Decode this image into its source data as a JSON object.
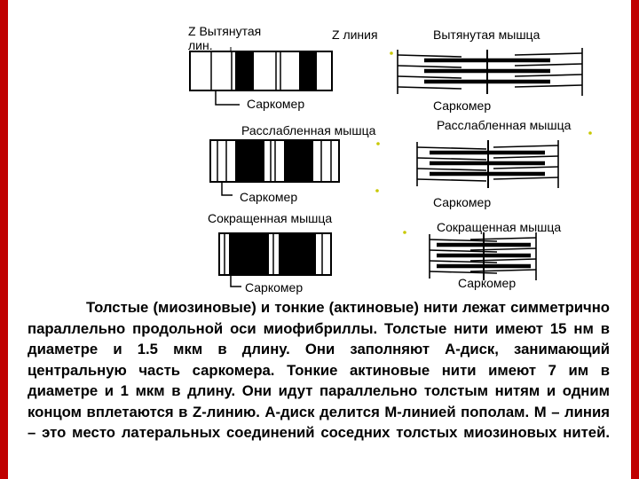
{
  "labels": {
    "z_stretched": "Z  Вытянутая\nлин.",
    "z_line": "Z линия",
    "stretched_muscle": "Вытянутая мышца",
    "sarcomere_1": "Саркомер",
    "sarcomere_2": "Саркомер",
    "relaxed_muscle_left": "Расслабленная мышца",
    "relaxed_muscle_right": "Расслабленная мышца",
    "sarcomere_3": "Саркомер",
    "sarcomere_4": "Саркомер",
    "contracted_muscle_left": "Сокращенная мышца",
    "contracted_muscle_right": "Сокращенная мышца",
    "sarcomere_5": "Саркомер",
    "sarcomere_6": "Саркомер"
  },
  "body_text": "Толстые (миозиновые) и тонкие (актиновые) нити лежат симметрично параллельно продольной оси миофибриллы. Толстые нити имеют 15 нм в диаметре и 1.5 мкм в длину. Они заполняют А-диск, занимающий центральную часть саркомера. Тонкие актиновые нити имеют 7 им в диаметре  и 1 мкм в длину. Они идут  параллельно толстым нитям и одним  концом вплетаются в Z-линию. А-диск делится М-линией пополам. М – линия – это место латеральных соединений  соседних толстых миозиновых нитей.",
  "colors": {
    "frame": "#c00000",
    "stroke": "#000000",
    "accent_dots": "#c8c800"
  }
}
